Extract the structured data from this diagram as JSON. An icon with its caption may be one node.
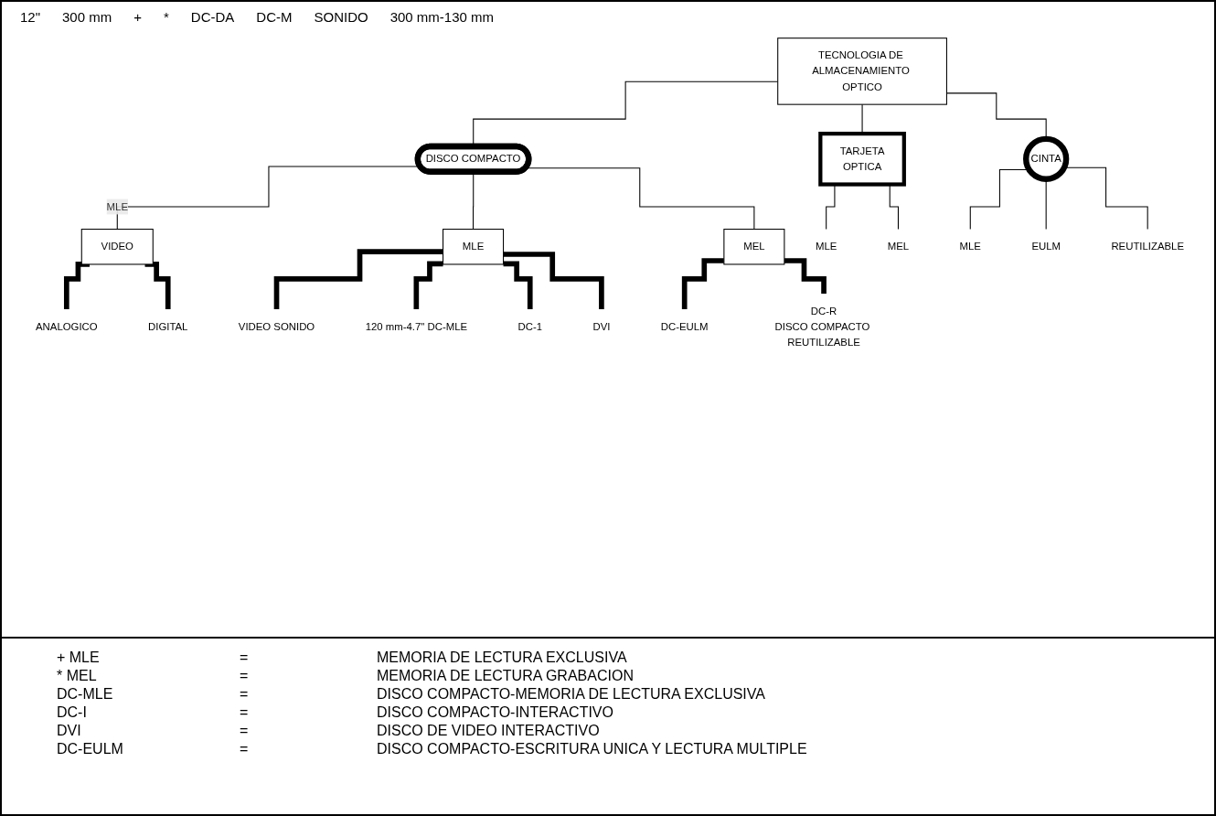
{
  "diagram": {
    "nodes": [
      {
        "text": [
          "TECNOLOGIA DE ALMACENAMIENTO OPTICO"
        ]
      },
      {
        "text": [
          "DISCO COMPACTO"
        ]
      },
      {
        "text": [
          "TARJETA",
          "OPTICA"
        ]
      },
      {
        "text": [
          "CINTA"
        ]
      },
      {
        "text": [
          "VIDEO"
        ]
      },
      {
        "text": [
          "MLE"
        ]
      },
      {
        "text": [
          "MEL"
        ]
      },
      {
        "text": [
          "ANALOGICO"
        ]
      },
      {
        "text": [
          "DIGITAL"
        ]
      },
      {
        "text": [
          "VIDEO SONIDO"
        ]
      },
      {
        "text": [
          "120 mm-4.7\" DC-MLE"
        ]
      },
      {
        "text": [
          "DC-1"
        ]
      },
      {
        "text": [
          "DVI"
        ]
      },
      {
        "text": [
          "DC-EULM"
        ]
      },
      {
        "text": [
          "DC-R",
          "DISCO COMPACTO REUTILIZABLE"
        ]
      },
      {
        "text": [
          "MLE"
        ]
      },
      {
        "text": [
          "MEL"
        ]
      },
      {
        "text": [
          "MLE"
        ]
      },
      {
        "text": [
          "EULM"
        ]
      },
      {
        "text": [
          "REUTILIZABLE"
        ]
      }
    ],
    "edges": [
      {
        "from": 0,
        "to": 1,
        "arrow": "none"
      },
      {
        "from": 0,
        "to": 2,
        "arrow": "none"
      },
      {
        "from": 0,
        "to": 3,
        "arrow": "none"
      },
      {
        "from": 1,
        "to": 4,
        "arrow": "none",
        "label": "MLE"
      },
      {
        "from": 1,
        "to": 5,
        "arrow": "none"
      },
      {
        "from": 1,
        "to": 6,
        "arrow": "none"
      },
      {
        "from": 4,
        "to": 7,
        "arrow": "none",
        "style": "thick"
      },
      {
        "from": 4,
        "to": 8,
        "arrow": "none",
        "style": "thick"
      },
      {
        "from": 5,
        "to": 9,
        "arrow": "none",
        "style": "thick"
      },
      {
        "from": 5,
        "to": 10,
        "arrow": "none",
        "style": "thick"
      },
      {
        "from": 5,
        "to": 11,
        "arrow": "none",
        "style": "thick"
      },
      {
        "from": 5,
        "to": 12,
        "arrow": "none",
        "style": "thick"
      },
      {
        "from": 6,
        "to": 13,
        "arrow": "none",
        "style": "thick"
      },
      {
        "from": 6,
        "to": 14,
        "arrow": "none",
        "style": "thick"
      },
      {
        "from": 2,
        "to": 15,
        "arrow": "none"
      },
      {
        "from": 2,
        "to": 16,
        "arrow": "none"
      },
      {
        "from": 3,
        "to": 17,
        "arrow": "none"
      },
      {
        "from": 3,
        "to": 18,
        "arrow": "none"
      },
      {
        "from": 3,
        "to": 19,
        "arrow": "none"
      }
    ],
    "labels": [
      "12\"",
      "300 mm",
      "+",
      "*",
      "DC-DA",
      "DC-M",
      "SONIDO",
      "300 mm-130 mm",
      "+ MLE",
      "=",
      "MEMORIA DE LECTURA EXCLUSIVA",
      "* MEL",
      "=",
      "MEMORIA DE LECTURA GRABACION",
      "DC-MLE",
      "=",
      "DISCO COMPACTO-MEMORIA DE LECTURA EXCLUSIVA",
      "DC-I",
      "=",
      "DISCO COMPACTO-INTERACTIVO",
      "DVI",
      "=",
      "DISCO DE VIDEO INTERACTIVO",
      "DC-EULM",
      "=",
      "DISCO COMPACTO-ESCRITURA UNICA Y LECTURA MULTIPLE"
    ]
  }
}
